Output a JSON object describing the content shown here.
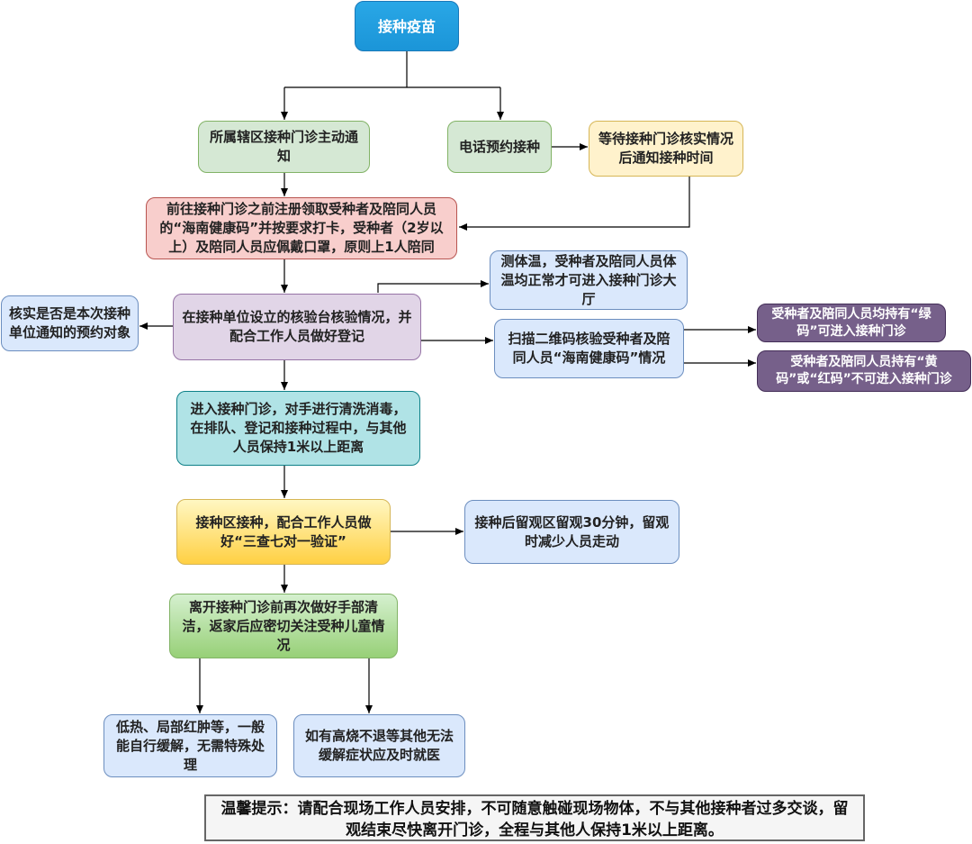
{
  "nodes": {
    "start": "接种疫苗",
    "notify": "所属辖区接种门诊主动通知",
    "phone": "电话预约接种",
    "wait": "等待接种门诊核实情况后通知接种时间",
    "register": "前往接种门诊之前注册领取受种者及陪同人员的“海南健康码”并按要求打卡，受种者（2岁以上）及陪同人员应佩戴口罩，原则上1人陪同",
    "verify_target": "核实是否是本次接种单位通知的预约对象",
    "check_desk": "在接种单位设立的核验台核验情况，并配合工作人员做好登记",
    "temperature": "测体温，受种者及陪同人员体温均正常才可进入接种门诊大厅",
    "scan": "扫描二维码核验受种者及陪同人员“海南健康码”情况",
    "green_code": "受种者及陪同人员均持有“绿码”可进入接种门诊",
    "yellow_red": "受种者及陪同人员持有“黄码”或“红码”不可进入接种门诊",
    "enter": "进入接种门诊，对手进行清洗消毒，在排队、登记和接种过程中，与其他人员保持1米以上距离",
    "vaccinate": "接种区接种，配合工作人员做好“三查七对一验证”",
    "observe": "接种后留观区留观30分钟，留观时减少人员走动",
    "leave": "离开接种门诊前再次做好手部清洁，返家后应密切关注受种儿童情况",
    "mild": "低热、局部红肿等，一般能自行缓解，无需特殊处理",
    "severe": "如有高烧不退等其他无法缓解症状应及时就医"
  },
  "tip": "温馨提示：请配合现场工作人员安排，不可随意触碰现场物体，不与其他接种者过多交谈，留观结束尽快离开门诊，全程与其他人保持1米以上距离。"
}
